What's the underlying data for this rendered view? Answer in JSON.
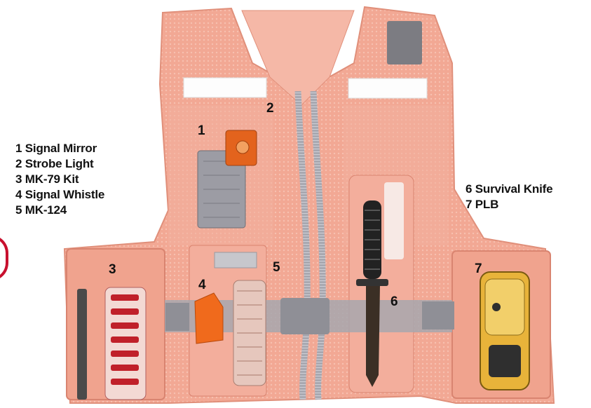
{
  "image_subject": "Survival vest with labeled gear",
  "legend_left": [
    "1 Signal Mirror",
    "2 Strobe Light",
    "3 MK-79 Kit",
    "4 Signal Whistle",
    "5 MK-124"
  ],
  "legend_right": [
    "6 Survival Knife",
    "7 PLB"
  ],
  "callouts": [
    "1",
    "2",
    "3",
    "4",
    "5",
    "6",
    "7"
  ],
  "colors": {
    "vest": "#f0a38e",
    "vest_shadow": "#d98470",
    "strap": "#9a9aa0",
    "reflective": "#ffffff",
    "accent_red": "#c8102e"
  }
}
